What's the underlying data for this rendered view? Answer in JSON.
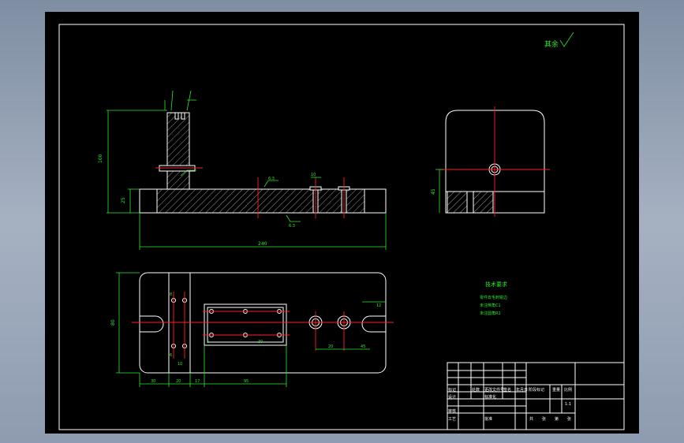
{
  "colors": {
    "background": "#000000",
    "outline": "#ffffff",
    "dimension": "#2ee62e",
    "centerline": "#ff2020",
    "window": "#98a5b8"
  },
  "notes": {
    "surface_finish": "其余",
    "tech_title": "技术要求",
    "tech_lines": [
      "零件去毛刺锐边",
      "未注倒角C1",
      "未注圆角R1"
    ]
  },
  "dimensions": {
    "front_width": "240",
    "front_height": "100",
    "base_height": "25",
    "slot_width": "10",
    "side_height": "45",
    "plan_height": "80",
    "plan_d1": "30",
    "plan_d2": "20",
    "plan_d3": "17",
    "plan_d4": "95",
    "plan_d5": "20",
    "plan_d6": "45",
    "plan_d7": "6",
    "plan_d8": "12",
    "plan_d9": "30",
    "plan_d10": "6",
    "plan_d11": "10",
    "plan_d12": "8",
    "ra_value": "6.3"
  },
  "title_block": {
    "row_labels": [
      "标记",
      "处数",
      "分区",
      "更改文件号",
      "签名",
      "年月日"
    ],
    "designer_label": "设计",
    "checker_label": "审核",
    "process_label": "工艺",
    "approve_label": "批准",
    "standard_label": "标准化",
    "stage_label": "阶段标记",
    "weight_label": "重量",
    "scale_label": "比例",
    "scale_value": "1:1",
    "sheet_labels": [
      "共",
      "张",
      "第",
      "张"
    ]
  }
}
